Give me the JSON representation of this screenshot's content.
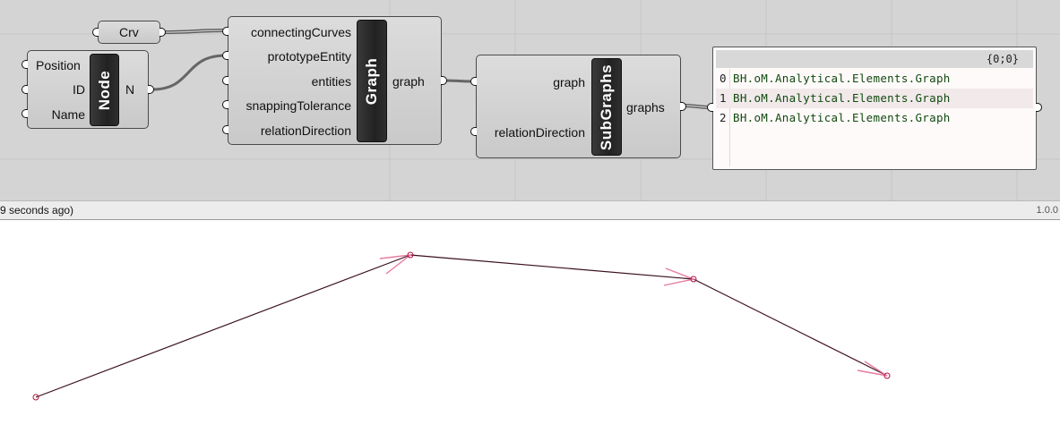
{
  "canvas": {
    "crv": {
      "label": "Crv"
    },
    "node": {
      "name": "Node",
      "inputs": [
        "Position",
        "ID",
        "Name"
      ],
      "output": "N"
    },
    "graph": {
      "name": "Graph",
      "inputs": [
        "connectingCurves",
        "prototypeEntity",
        "entities",
        "snappingTolerance",
        "relationDirection"
      ],
      "output": "graph"
    },
    "subgraphs": {
      "name": "SubGraphs",
      "inputs": [
        "graph",
        "relationDirection"
      ],
      "output": "graphs"
    },
    "panel": {
      "path": "{0;0}",
      "rows": [
        {
          "index": "0",
          "value": "BH.oM.Analytical.Elements.Graph"
        },
        {
          "index": "1",
          "value": "BH.oM.Analytical.Elements.Graph"
        },
        {
          "index": "2",
          "value": "BH.oM.Analytical.Elements.Graph"
        }
      ]
    }
  },
  "statusbar": {
    "text": "9 seconds ago)",
    "version": "1.0.0"
  },
  "viewport": {
    "edge_color": "#3a0f1e",
    "arrow_color": "#e87aa0",
    "node_color": "#b0103a"
  }
}
